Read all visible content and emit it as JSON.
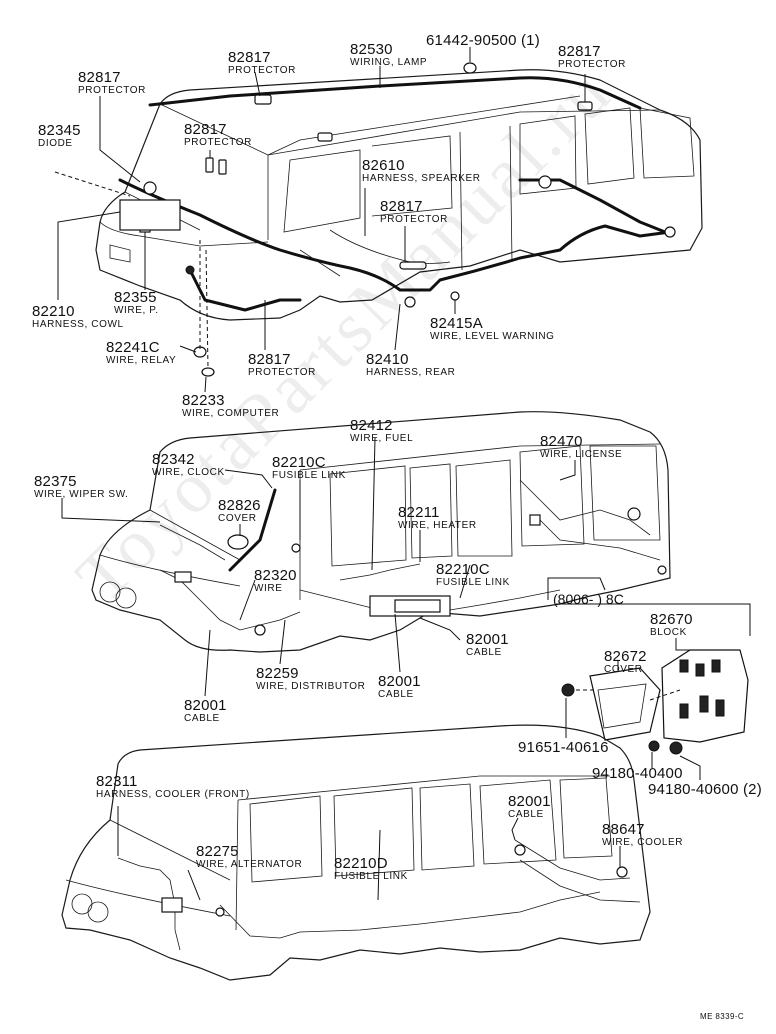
{
  "watermark": "ToyotaPartsManual.ru",
  "reference": "ME 8339-C",
  "date_range": "(8006-      ) 8C",
  "parts": {
    "p61442": {
      "num": "61442-90500 (1)",
      "name": ""
    },
    "p82530": {
      "num": "82530",
      "name": "WIRING, LAMP"
    },
    "p82817_a": {
      "num": "82817",
      "name": "PROTECTOR"
    },
    "p82817_b": {
      "num": "82817",
      "name": "PROTECTOR"
    },
    "p82817_c": {
      "num": "82817",
      "name": "PROTECTOR"
    },
    "p82817_d": {
      "num": "82817",
      "name": "PROTECTOR"
    },
    "p82817_e": {
      "num": "82817",
      "name": "PROTECTOR"
    },
    "p82817_f": {
      "num": "82817",
      "name": "PROTECTOR"
    },
    "p82345": {
      "num": "82345",
      "name": "DIODE"
    },
    "p82610": {
      "num": "82610",
      "name": "HARNESS, SPEARKER"
    },
    "p82210": {
      "num": "82210",
      "name": "HARNESS, COWL"
    },
    "p82355": {
      "num": "82355",
      "name": "WIRE, P."
    },
    "p82415A": {
      "num": "82415A",
      "name": "WIRE, LEVEL WARNING"
    },
    "p82241C": {
      "num": "82241C",
      "name": "WIRE, RELAY"
    },
    "p82410": {
      "num": "82410",
      "name": "HARNESS, REAR"
    },
    "p82233": {
      "num": "82233",
      "name": "WIRE, COMPUTER"
    },
    "p82412": {
      "num": "82412",
      "name": "WIRE, FUEL"
    },
    "p82470": {
      "num": "82470",
      "name": "WIRE, LICENSE"
    },
    "p82342": {
      "num": "82342",
      "name": "WIRE, CLOCK"
    },
    "p82210C_a": {
      "num": "82210C",
      "name": "FUSIBLE LINK"
    },
    "p82375": {
      "num": "82375",
      "name": "WIRE, WIPER SW."
    },
    "p82826": {
      "num": "82826",
      "name": "COVER"
    },
    "p82211": {
      "num": "82211",
      "name": "WIRE, HEATER"
    },
    "p82320": {
      "num": "82320",
      "name": "WIRE"
    },
    "p82210C_b": {
      "num": "82210C",
      "name": "FUSIBLE LINK"
    },
    "p82670": {
      "num": "82670",
      "name": "BLOCK"
    },
    "p82672": {
      "num": "82672",
      "name": "COVER"
    },
    "p82001_a": {
      "num": "82001",
      "name": "CABLE"
    },
    "p82259": {
      "num": "82259",
      "name": "WIRE, DISTRIBUTOR"
    },
    "p82001_b": {
      "num": "82001",
      "name": "CABLE"
    },
    "p82001_c": {
      "num": "82001",
      "name": "CABLE"
    },
    "p91651": {
      "num": "91651-40616",
      "name": ""
    },
    "p94180a": {
      "num": "94180-40400",
      "name": ""
    },
    "p94180b": {
      "num": "94180-40600 (2)",
      "name": ""
    },
    "p82311": {
      "num": "82311",
      "name": "HARNESS, COOLER (FRONT)"
    },
    "p82001_d": {
      "num": "82001",
      "name": "CABLE"
    },
    "p88647": {
      "num": "88647",
      "name": "WIRE, COOLER"
    },
    "p82275": {
      "num": "82275",
      "name": "WIRE, ALTERNATOR"
    },
    "p82210D": {
      "num": "82210D",
      "name": "FUSIBLE LINK"
    }
  }
}
